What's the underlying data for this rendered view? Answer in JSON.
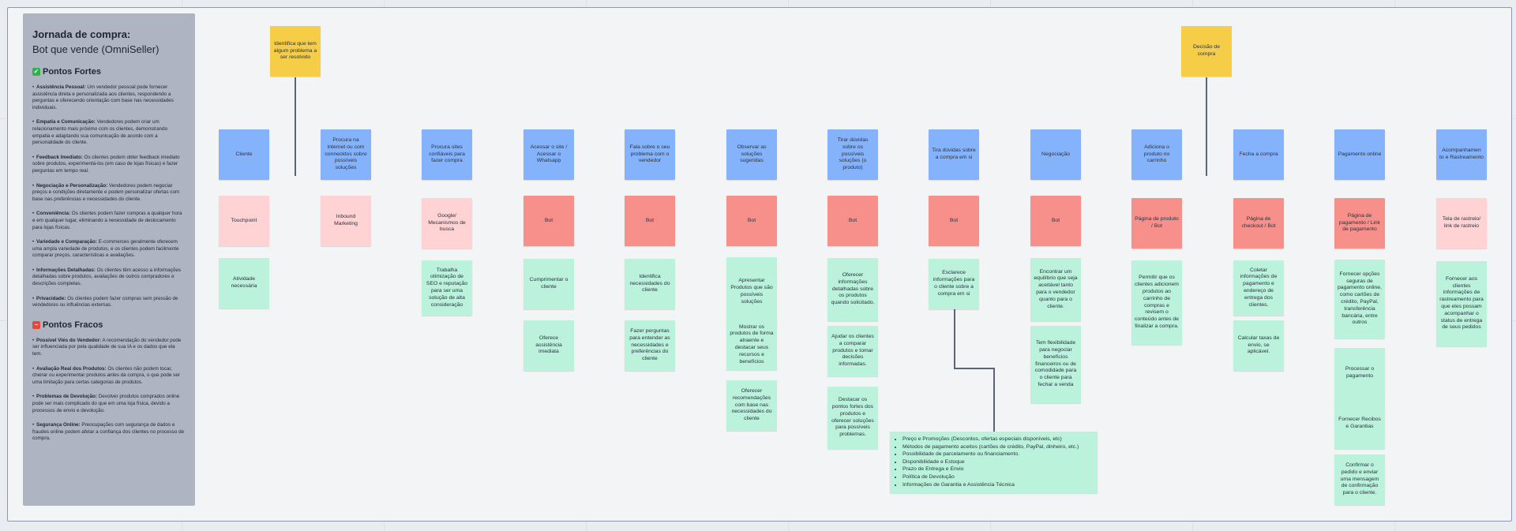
{
  "sidebar": {
    "title": "Jornada de  compra:",
    "subtitle": "Bot que vende (OmniSeller)",
    "strengths_title": "Pontos Fortes",
    "strengths": [
      {
        "head": "Assistência Pessoal:",
        "text": " Um vendedor pessoal pode fornecer assistência direta e personalizada aos clientes, respondendo a perguntas e oferecendo orientação com base nas necessidades individuais."
      },
      {
        "head": "Empatia e Comunicação:",
        "text": " Vendedores podem criar um relacionamento mais próximo com os clientes, demonstrando empatia e adaptando sua comunicação de acordo com a personalidade do cliente."
      },
      {
        "head": "Feedback Imediato:",
        "text": " Os clientes podem obter feedback imediato sobre produtos, experimentá-los (em caso de lojas físicas) e fazer perguntas em tempo real."
      },
      {
        "head": "Negociação e Personalização:",
        "text": " Vendedores podem negociar preços e condições diretamente e podem personalizar ofertas com base nas preferências e necessidades do cliente."
      },
      {
        "head": "Conveniência:",
        "text": " Os clientes podem fazer compras a qualquer hora e em qualquer lugar, eliminando a necessidade de deslocamento para lojas físicas."
      },
      {
        "head": "Variedade e Comparação:",
        "text": " E-commerces geralmente oferecem uma ampla variedade de produtos, e os clientes podem facilmente comparar preços, características e avaliações."
      },
      {
        "head": "Informações Detalhadas:",
        "text": " Os clientes têm acesso a informações detalhadas sobre produtos, avaliações de outros compradores e descrições completas."
      },
      {
        "head": "Privacidade:",
        "text": " Os clientes podem fazer compras sem pressão de vendedores ou influências externas."
      }
    ],
    "weaknesses_title": "Pontos Fracos",
    "weaknesses": [
      {
        "head": "Possível Viés do Vendedor:",
        "text": " A recomendação do vendedor pode ser influenciada por pela qualidade de sua IA e os dados que ela tem."
      },
      {
        "head": "Avaliação Real dos Produtos:",
        "text": " Os clientes não podem tocar, cheirar ou experimentar produtos antes da compra, o que pode ser uma limitação para certas categorias de produtos."
      },
      {
        "head": "Problemas de Devolução:",
        "text": " Devolver produtos comprados online pode ser mais complicado do que em uma loja física, devido a processos de envio e devolução."
      },
      {
        "head": "Segurança Online:",
        "text": " Preocupações com segurança de dados e fraudes online podem afetar a confiança dos clientes no processo de compra."
      }
    ]
  },
  "yellow_notes": [
    "Identifica que tem algum problema a ser resolvido",
    "Decisão de compra"
  ],
  "stages": [
    "Cliente",
    "Procura na internet ou com connecktos sobre possíveis soluções",
    "Procura sites confiáveis para fazer compra",
    "Acessar o site / Acessar o Whatsapp",
    "Fala sobre o seu problema com o vendedor",
    "Observar as soluções sugeridas",
    "Tirar dúvidas sobre os possíveis soluções (o produto)",
    "Tira dúvidas sobre a compra em si",
    "Negociação",
    "Adiciona o produto no carrinho",
    "Fecha a compra",
    "Pagamento online",
    "Acompanhamen to e Rastreamento"
  ],
  "touchpoints": [
    "Touchpoint",
    "Inbound Marketing",
    "Google/ Mecanismos de busca",
    "Bot",
    "Bot",
    "Bot",
    "Bot",
    "Bot",
    "Bot",
    "Página de produto / Bot",
    "Página de checkout / Bot",
    "Página de pagamento / Link de pagamento",
    "Tela de rastreio/ link de rastreio"
  ],
  "activities": [
    [
      "Atividade necessária"
    ],
    [],
    [
      "Trabalha otimização de SEO e reputação para ser uma solução de alta consideração"
    ],
    [
      "Cumprimentar o cliente",
      "Oferece assistência imediata"
    ],
    [
      "Identifica necessidades do cliente",
      "Fazer perguntas para entender as necessidades e preferências do cliente"
    ],
    [
      "Apresentar Produtos que são possíveis soluções",
      "Mostrar os produtos de forma atraente e destacar seus recursos e benefícios",
      "Oferecer recomendações com base nas necessidades do cliente"
    ],
    [
      "Oferecer informações detalhadas sobre os produtos quando solicitado.",
      "Ajudar os clientes a comparar produtos e tomar decisões informadas.",
      "Destacar os pontos fortes dos produtos e oferecer soluções para possíveis problemas."
    ],
    [
      "Esclarece informações para o cliente sobre a compra em si"
    ],
    [
      "Encontrar um equilíbrio que seja aceitável tanto para o vendedor quanto para o cliente.",
      "Tem flexibilidade para negociar benefícios financeiros ou de comodidade para o cliente para fechar a venda"
    ],
    [
      "Permitir que os clientes adicionem produtos ao carrinho de compras e revisem o conteúdo antes de finalizar a compra."
    ],
    [
      "Coletar informações de pagamento e endereço de entrega dos clientes.",
      "Calcular taxas de envio, se aplicável."
    ],
    [
      "Fornecer opções seguras de pagamento online, como cartões de crédito, PayPal, transferência bancária, entre outros",
      "Processar o pagamento",
      "Fornecer Recibos e Garantias",
      "Confirmar o pedido e enviar uma mensagem de confirmação para o cliente."
    ],
    [
      "Fornecer aos clientes informações de rastreamento para que eles possam acompanhar o status de entrega de seus pedidos"
    ]
  ],
  "purchase_info": [
    "Preço e Promoções (Descontos, ofertas especiais disponíveis, etc)",
    "Métodos de pagamento aceitos (cartões de crédito, PayPal, dinheiro, etc.)",
    "Possibilidade de parcelamento ou financiamento.",
    "Disponibilidade e Estoque",
    "Prazo de Entrega e Envio",
    "Política de Devolução",
    "Informações de Garantia e Assistência Técnica"
  ]
}
